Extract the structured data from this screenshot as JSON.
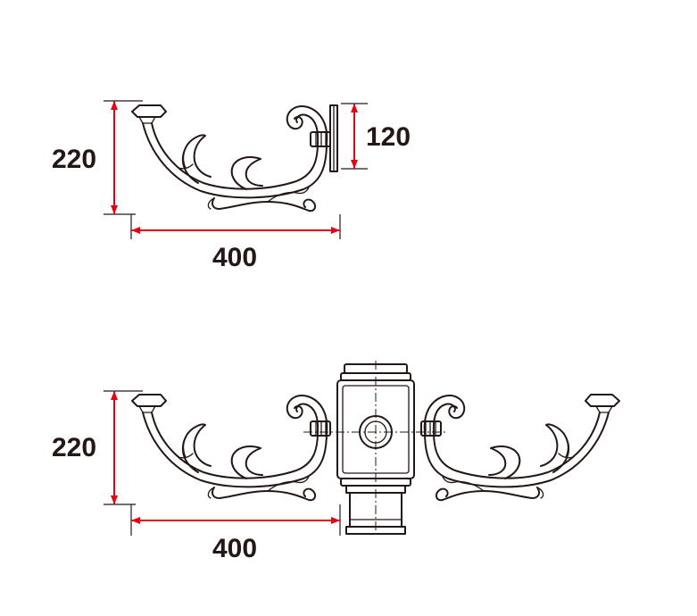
{
  "top_drawing": {
    "height_label": "220",
    "width_label": "400",
    "mount_label": "120"
  },
  "bottom_drawing": {
    "height_label": "220",
    "width_label": "400"
  },
  "colors": {
    "dimension": "#e60012",
    "outline": "#231815",
    "background": "#ffffff"
  }
}
